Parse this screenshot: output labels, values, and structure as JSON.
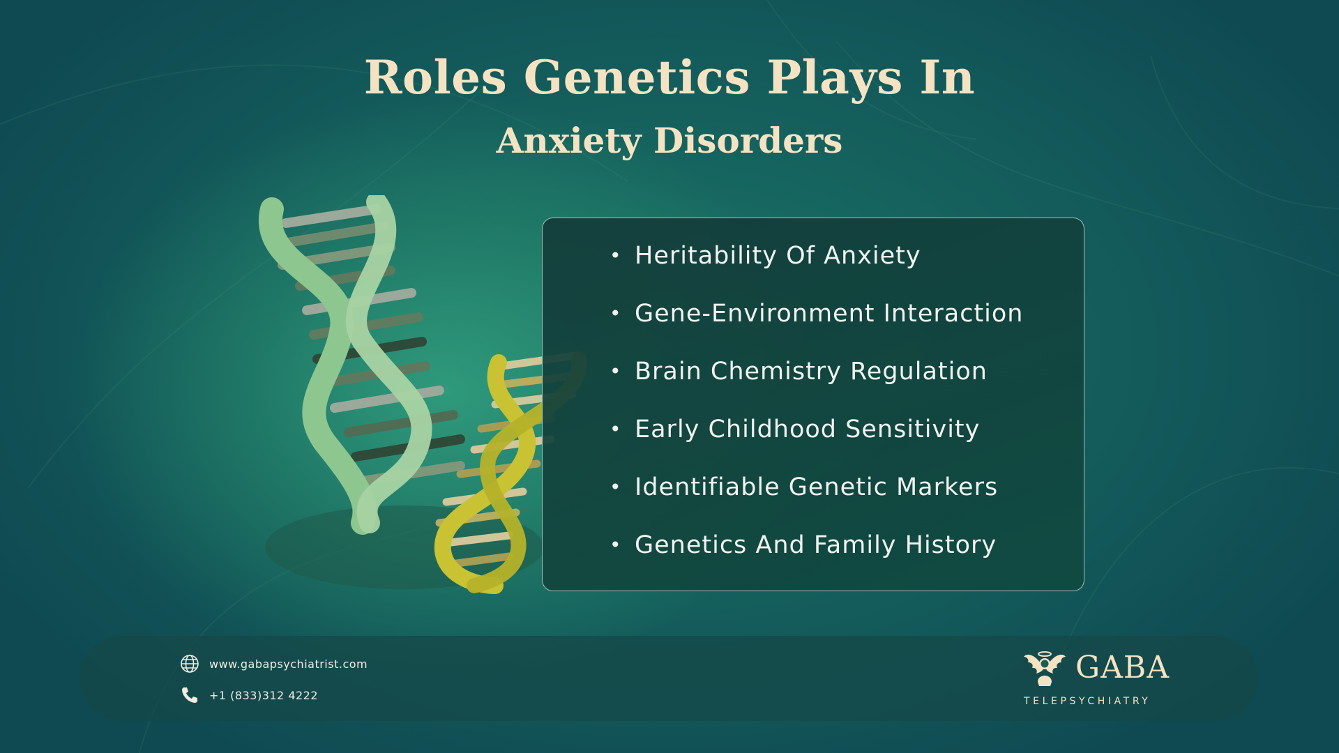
{
  "title": {
    "line1": "Roles Genetics Plays In",
    "line2": "Anxiety Disorders"
  },
  "list": {
    "items": [
      "Heritability Of Anxiety",
      "Gene-Environment Interaction",
      "Brain Chemistry Regulation",
      "Early Childhood Sensitivity",
      "Identifiable Genetic Markers",
      "Genetics And Family History"
    ],
    "bullet": "•"
  },
  "footer": {
    "website": "www.gabapsychiatrist.com",
    "phone": "+1 (833)312 4222",
    "website_icon": "globe-icon",
    "phone_icon": "phone-icon",
    "brand_name": "GABA",
    "brand_tagline": "TELEPSYCHIATRY",
    "logo_icon": "angel-logo-icon"
  },
  "colors": {
    "title": "#f4e3c3",
    "background": "#145d5c",
    "panel": "#143c3a",
    "dna_green": "#8ec68f",
    "dna_yellow": "#c9c233"
  }
}
